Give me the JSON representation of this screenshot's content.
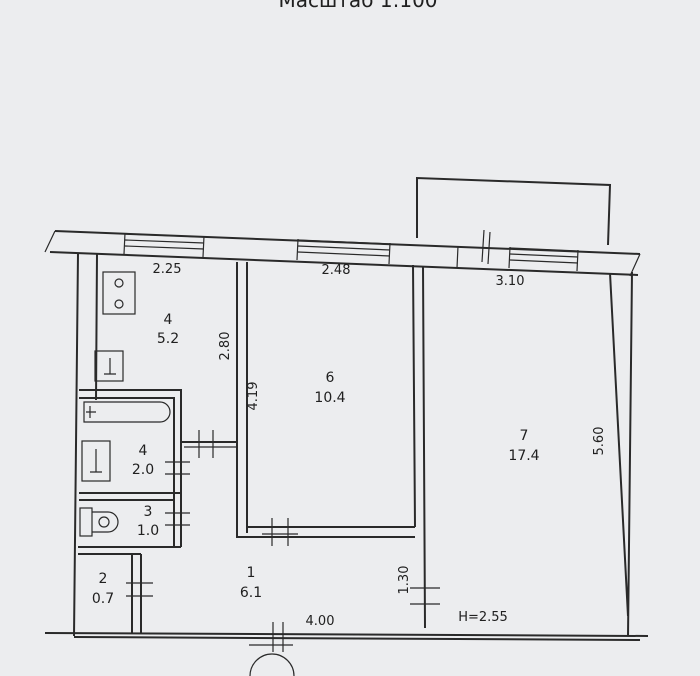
{
  "header": {
    "scale_text": "Масштаб 1:100"
  },
  "ceiling_height": "H=2.55",
  "rooms": [
    {
      "number": "1",
      "area": "6.1"
    },
    {
      "number": "2",
      "area": "0.7"
    },
    {
      "number": "3",
      "area": "1.0"
    },
    {
      "number": "4",
      "area": "2.0"
    },
    {
      "number": "4",
      "area": "5.2"
    },
    {
      "number": "6",
      "area": "10.4"
    },
    {
      "number": "7",
      "area": "17.4"
    }
  ],
  "dimensions": {
    "kitchen_width": "2.25",
    "kitchen_depth": "2.80",
    "room6_width": "2.48",
    "room6_depth": "4.19",
    "room7_width": "3.10",
    "room7_depth": "5.60",
    "corridor_width": "4.00",
    "corridor_depth": "1.30"
  }
}
